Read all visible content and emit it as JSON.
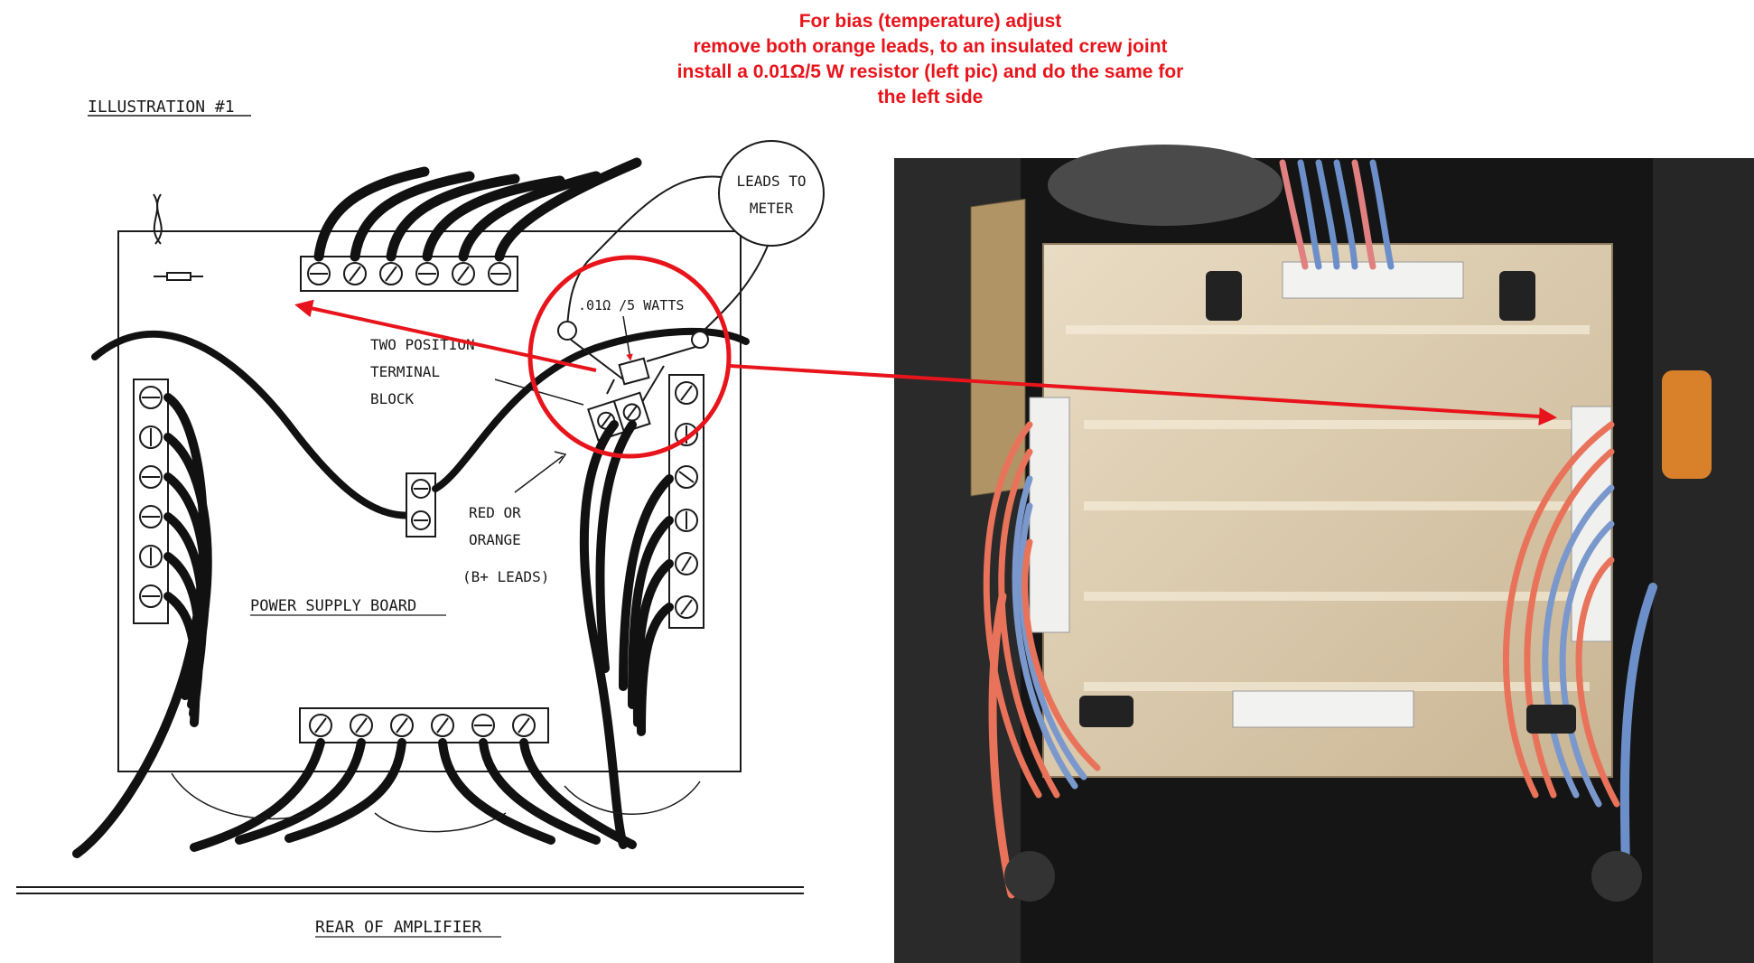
{
  "annotation": {
    "lines": [
      "For bias (temperature) adjust",
      "remove both orange leads, to an insulated crew joint",
      "install a 0.01Ω/5 W resistor (left pic) and do the same for",
      "the left side"
    ],
    "color": "#e8141b"
  },
  "schematic": {
    "title": "ILLUSTRATION #1",
    "meter_label_line1": "LEADS TO",
    "meter_label_line2": "METER",
    "resistor_label": ".01Ω /5 WATTS",
    "terminal_label_line1": "TWO POSITION",
    "terminal_label_line2": "TERMINAL",
    "terminal_label_line3": "BLOCK",
    "leads_label_line1": "RED OR",
    "leads_label_line2": "ORANGE",
    "leads_label_line3": "(B+ LEADS)",
    "board_label": "POWER SUPPLY BOARD",
    "rear_label": "REAR OF AMPLIFIER"
  },
  "photo": {
    "description_icon": "amplifier-interior-photo"
  }
}
